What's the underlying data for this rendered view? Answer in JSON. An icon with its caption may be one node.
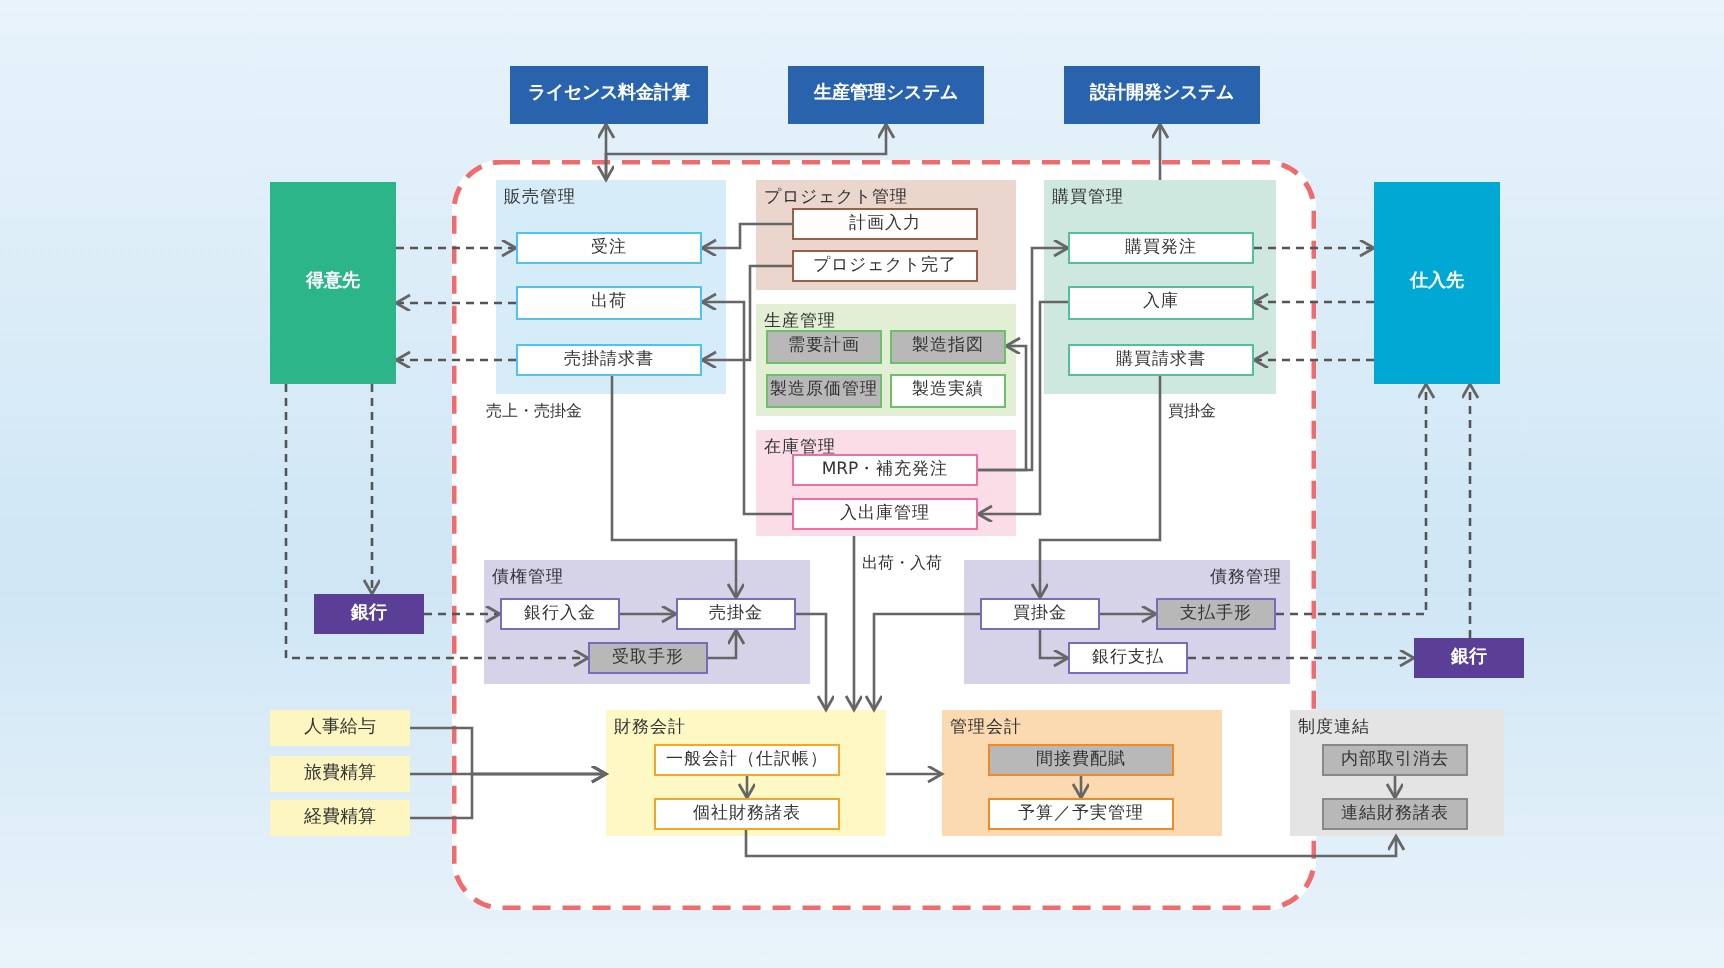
{
  "diagram": {
    "nodes": [
      {
        "text": [
          "ライセンス料金計算"
        ]
      },
      {
        "text": [
          "生産管理システム"
        ]
      },
      {
        "text": [
          "設計開発システム"
        ]
      },
      {
        "text": [
          "得意先"
        ]
      },
      {
        "text": [
          "仕入先"
        ]
      },
      {
        "text": [
          "販売管理"
        ]
      },
      {
        "text": [
          "受注"
        ],
        "in": 5
      },
      {
        "text": [
          "出荷"
        ],
        "in": 5
      },
      {
        "text": [
          "売掛請求書"
        ],
        "in": 5
      },
      {
        "text": [
          "プロジェクト管理"
        ]
      },
      {
        "text": [
          "計画入力"
        ],
        "in": 9
      },
      {
        "text": [
          "プロジェクト完了"
        ],
        "in": 9
      },
      {
        "text": [
          "生産管理"
        ]
      },
      {
        "text": [
          "需要計画"
        ],
        "in": 12
      },
      {
        "text": [
          "製造指図"
        ],
        "in": 12
      },
      {
        "text": [
          "製造原価管理"
        ],
        "in": 12
      },
      {
        "text": [
          "製造実績"
        ],
        "in": 12
      },
      {
        "text": [
          "在庫管理"
        ]
      },
      {
        "text": [
          "MRP・補充発注"
        ],
        "in": 17
      },
      {
        "text": [
          "入出庫管理"
        ],
        "in": 17
      },
      {
        "text": [
          "購買管理"
        ]
      },
      {
        "text": [
          "購買発注"
        ],
        "in": 20
      },
      {
        "text": [
          "入庫"
        ],
        "in": 20
      },
      {
        "text": [
          "購買請求書"
        ],
        "in": 20
      },
      {
        "text": [
          "債権管理"
        ]
      },
      {
        "text": [
          "銀行入金"
        ],
        "in": 24
      },
      {
        "text": [
          "売掛金"
        ],
        "in": 24
      },
      {
        "text": [
          "受取手形"
        ],
        "in": 24
      },
      {
        "text": [
          "銀行"
        ]
      },
      {
        "text": [
          "債務管理"
        ]
      },
      {
        "text": [
          "買掛金"
        ],
        "in": 29
      },
      {
        "text": [
          "支払手形"
        ],
        "in": 29
      },
      {
        "text": [
          "銀行支払"
        ],
        "in": 29
      },
      {
        "text": [
          "銀行"
        ]
      },
      {
        "text": [
          "人事給与"
        ]
      },
      {
        "text": [
          "旅費精算"
        ]
      },
      {
        "text": [
          "経費精算"
        ]
      },
      {
        "text": [
          "財務会計"
        ]
      },
      {
        "text": [
          "一般会計（仕訳帳）"
        ],
        "in": 37
      },
      {
        "text": [
          "個社財務諸表"
        ],
        "in": 37
      },
      {
        "text": [
          "管理会計"
        ]
      },
      {
        "text": [
          "間接費配賦"
        ],
        "in": 40
      },
      {
        "text": [
          "予算／予実管理"
        ],
        "in": 40
      },
      {
        "text": [
          "制度連結"
        ]
      },
      {
        "text": [
          "内部取引消去"
        ],
        "in": 43
      },
      {
        "text": [
          "連結財務諸表"
        ],
        "in": 43
      }
    ],
    "edges": [
      {
        "from": 5,
        "to": 0,
        "arrow": "both"
      },
      {
        "from": 5,
        "to": 1,
        "arrow": "to"
      },
      {
        "from": 20,
        "to": 2,
        "arrow": "to"
      },
      {
        "from": 3,
        "to": 6,
        "arrow": "to",
        "style": "dashed"
      },
      {
        "from": 7,
        "to": 3,
        "arrow": "to",
        "style": "dashed"
      },
      {
        "from": 8,
        "to": 3,
        "arrow": "to",
        "style": "dashed"
      },
      {
        "from": 21,
        "to": 4,
        "arrow": "to",
        "style": "dashed"
      },
      {
        "from": 4,
        "to": 22,
        "arrow": "to",
        "style": "dashed"
      },
      {
        "from": 4,
        "to": 23,
        "arrow": "to",
        "style": "dashed"
      },
      {
        "from": 10,
        "to": 6,
        "arrow": "to"
      },
      {
        "from": 11,
        "to": 8,
        "arrow": "to"
      },
      {
        "from": 19,
        "to": 7,
        "arrow": "to"
      },
      {
        "from": 18,
        "to": 14,
        "arrow": "to"
      },
      {
        "from": 18,
        "to": 21,
        "arrow": "to"
      },
      {
        "from": 22,
        "to": 19,
        "arrow": "to"
      },
      {
        "from": 3,
        "to": 28,
        "arrow": "to",
        "style": "dashed"
      },
      {
        "from": 3,
        "to": 27,
        "arrow": "to",
        "style": "dashed"
      },
      {
        "from": 28,
        "to": 25,
        "arrow": "to",
        "style": "dashed"
      },
      {
        "from": 25,
        "to": 26,
        "arrow": "to"
      },
      {
        "from": 27,
        "to": 26,
        "arrow": "to"
      },
      {
        "from": 8,
        "to": 26,
        "arrow": "to",
        "label": "売上・売掛金"
      },
      {
        "from": 26,
        "to": 37,
        "arrow": "to"
      },
      {
        "from": 17,
        "to": 37,
        "arrow": "to",
        "label": "出荷・入荷"
      },
      {
        "from": 30,
        "to": 37,
        "arrow": "to"
      },
      {
        "from": 23,
        "to": 30,
        "arrow": "to",
        "label": "買掛金"
      },
      {
        "from": 30,
        "to": 31,
        "arrow": "to"
      },
      {
        "from": 30,
        "to": 32,
        "arrow": "to"
      },
      {
        "from": 31,
        "to": 4,
        "arrow": "to",
        "style": "dashed"
      },
      {
        "from": 32,
        "to": 33,
        "arrow": "to",
        "style": "dashed"
      },
      {
        "from": 33,
        "to": 4,
        "arrow": "to",
        "style": "dashed"
      },
      {
        "from": 34,
        "to": 37,
        "arrow": "to"
      },
      {
        "from": 35,
        "to": 37,
        "arrow": "to"
      },
      {
        "from": 36,
        "to": 37,
        "arrow": "to"
      },
      {
        "from": 38,
        "to": 39,
        "arrow": "to"
      },
      {
        "from": 37,
        "to": 40,
        "arrow": "to"
      },
      {
        "from": 41,
        "to": 42,
        "arrow": "to"
      },
      {
        "from": 44,
        "to": 45,
        "arrow": "to"
      },
      {
        "from": 39,
        "to": 43,
        "arrow": "to"
      }
    ]
  }
}
